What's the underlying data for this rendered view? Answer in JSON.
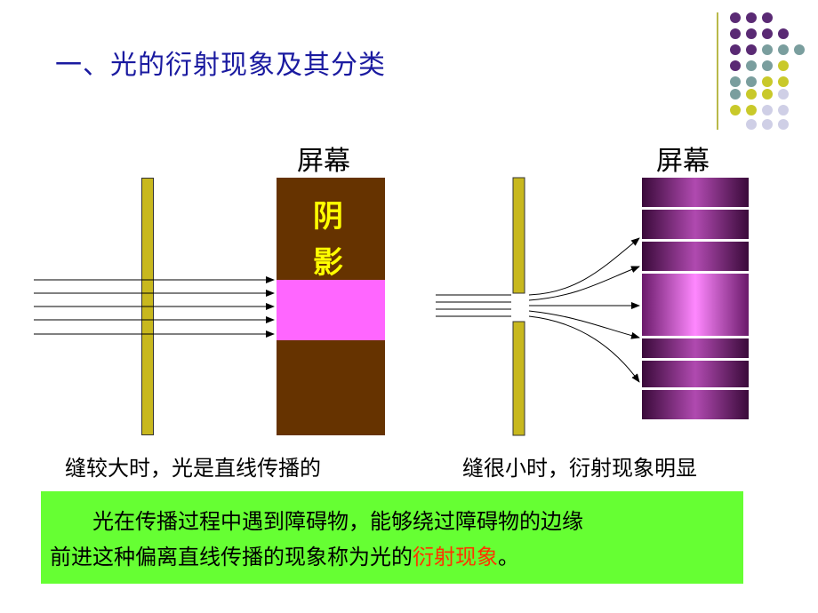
{
  "title": "一、光的衍射现象及其分类",
  "left_diagram": {
    "screen_label": "屏幕",
    "shadow_char_1": "阴",
    "shadow_char_2": "影",
    "caption": "缝较大时，光是直线传播的"
  },
  "right_diagram": {
    "screen_label": "屏幕",
    "caption": "缝很小时，衍射现象明显"
  },
  "definition": {
    "line1": "光在传播过程中遇到障碍物，能够绕过障碍物的边缘",
    "line2_prefix": "前进这种偏离直线传播的现象称为光的",
    "line2_highlight": "衍射现象",
    "line2_suffix": "。"
  },
  "colors": {
    "title": "#1a1aa0",
    "slit": "#c8b81e",
    "screen_brown": "#663300",
    "screen_pink": "#ff66ff",
    "definition_bg": "#66ff33",
    "highlight": "#ff3300",
    "fringe_dark": "#4b0a4b",
    "fringe_light": "#b04ab0"
  }
}
